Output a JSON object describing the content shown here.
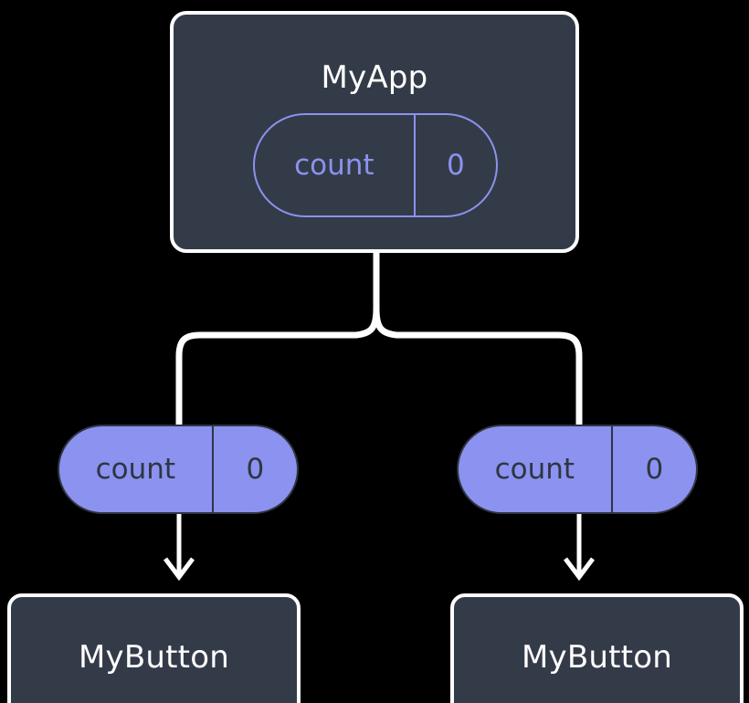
{
  "diagram": {
    "title_hidden": "",
    "background_color": "#000000",
    "node_fill": "#343b48",
    "node_stroke": "#ffffff",
    "accent_color": "#8b92ef",
    "accent_text_on_fill": "#2f3542",
    "edge_color": "#ffffff"
  },
  "root": {
    "name": "MyApp",
    "state": {
      "key": "count",
      "value": "0"
    }
  },
  "children": [
    {
      "prop": {
        "key": "count",
        "value": "0"
      },
      "name": "MyButton"
    },
    {
      "prop": {
        "key": "count",
        "value": "0"
      },
      "name": "MyButton"
    }
  ]
}
